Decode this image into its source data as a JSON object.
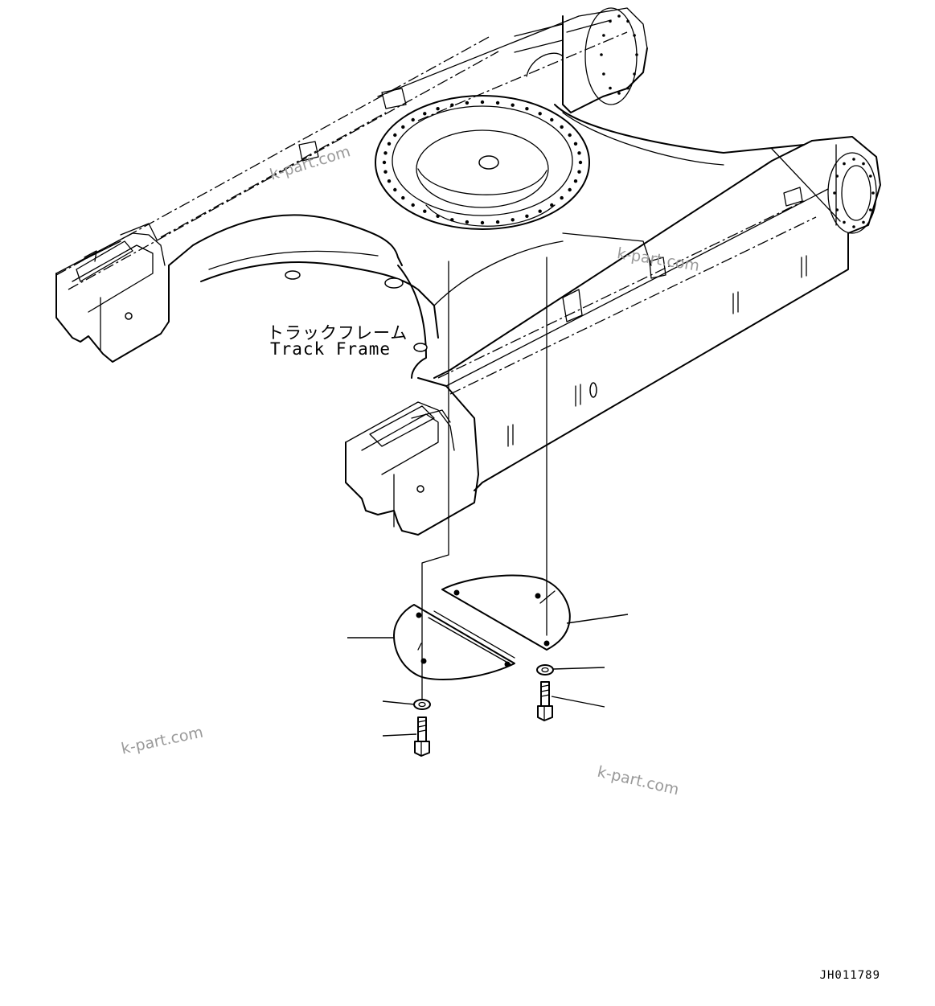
{
  "diagram": {
    "label_jp": "トラックフレーム",
    "label_en": "Track Frame",
    "drawing_number": "JH011789"
  },
  "watermarks": [
    "k-part.com",
    "k-part.com",
    "k-part.com",
    "k-part.com"
  ]
}
